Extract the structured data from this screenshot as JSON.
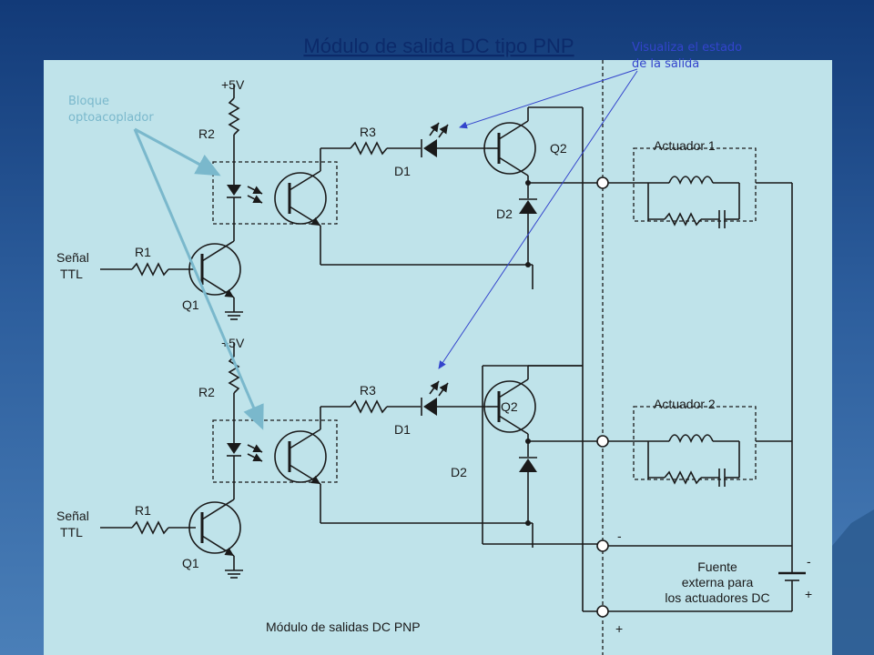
{
  "slide": {
    "title": "Módulo de salida DC tipo PNP",
    "colors": {
      "background_top": "#123a78",
      "background_bottom": "#4a7fb8",
      "diagram_bg": "#bfe3ea",
      "annotation_teal": "#7ab8cc",
      "annotation_blue": "#3344cc"
    }
  },
  "annotations": {
    "optocoupler": {
      "line1": "Bloque",
      "line2": "optoacoplador"
    },
    "output_state": {
      "line1": "Visualiza el estado",
      "line2": "de la salida"
    }
  },
  "diagram": {
    "footer_label": "Módulo de salidas DC PNP",
    "channel1": {
      "supply": "+5V",
      "r2": "R2",
      "r1": "R1",
      "q1": "Q1",
      "signal_line1": "Señal",
      "signal_line2": "TTL",
      "r3": "R3",
      "d1": "D1",
      "q2": "Q2",
      "d2": "D2",
      "actuator": "Actuador 1"
    },
    "channel2": {
      "supply": "+5V",
      "r2": "R2",
      "r1": "R1",
      "q1": "Q1",
      "signal_line1": "Señal",
      "signal_line2": "TTL",
      "r3": "R3",
      "d1": "D1",
      "q2": "Q2",
      "d2": "D2",
      "actuator": "Actuador 2"
    },
    "supply": {
      "line1": "Fuente",
      "line2": "externa para",
      "line3": "los actuadores DC",
      "minus1": "-",
      "plus1": "+",
      "minus2": "-",
      "plus2": "+"
    }
  }
}
